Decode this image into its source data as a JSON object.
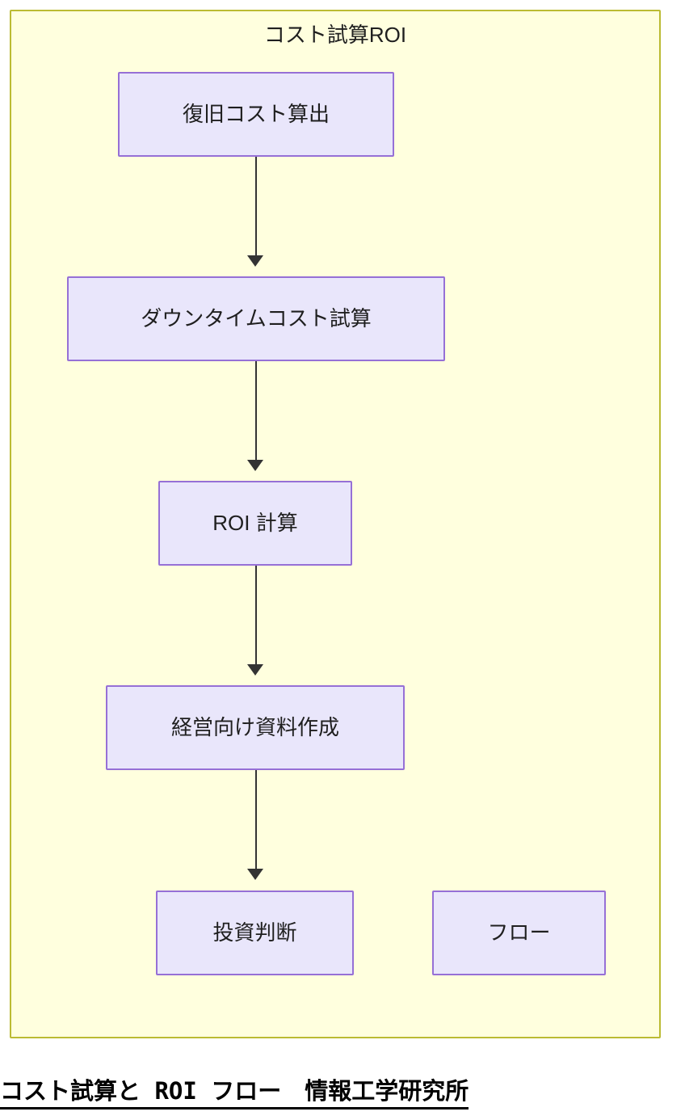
{
  "diagram": {
    "type": "flowchart",
    "direction": "top-to-bottom",
    "subgraph": {
      "title": "コスト試算ROI",
      "fill_color": "#ffffde",
      "border_color": "#bbbb33"
    },
    "node_style": {
      "fill_color": "#e9e6fb",
      "border_color": "#9670d6",
      "text_color": "#1f1f1f"
    },
    "edge_style": {
      "color": "#333333",
      "arrowhead": "solid-triangle"
    },
    "nodes": [
      {
        "id": "recovery",
        "label": "復旧コスト算出"
      },
      {
        "id": "downtime",
        "label": "ダウンタイムコスト試算"
      },
      {
        "id": "roi",
        "label": "ROI 計算"
      },
      {
        "id": "report",
        "label": "経営向け資料作成"
      },
      {
        "id": "decision",
        "label": "投資判断"
      },
      {
        "id": "flow",
        "label": "フロー"
      }
    ],
    "edges": [
      {
        "from": "recovery",
        "to": "downtime"
      },
      {
        "from": "downtime",
        "to": "roi"
      },
      {
        "from": "roi",
        "to": "report"
      },
      {
        "from": "report",
        "to": "decision"
      }
    ]
  },
  "caption": {
    "text": "コスト試算と ROI フロー　情報工学研究所"
  }
}
